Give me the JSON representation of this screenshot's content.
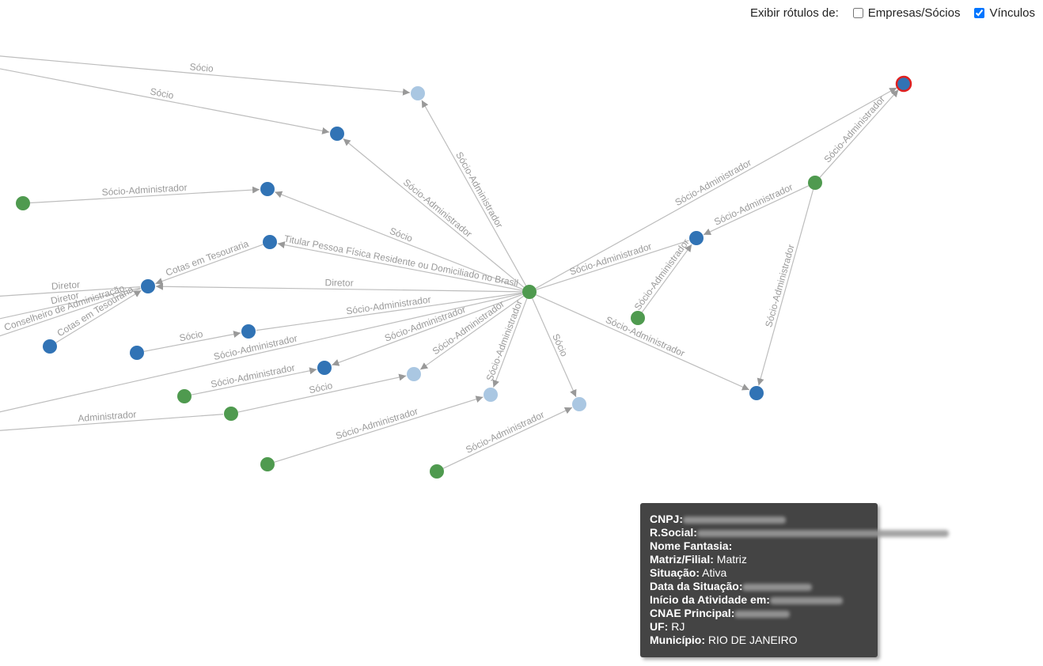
{
  "controls": {
    "prefix": "Exibir rótulos de:",
    "companies_label": "Empresas/Sócios",
    "companies_checked": false,
    "links_label": "Vínculos",
    "links_checked": true
  },
  "colors": {
    "company": "#3173b5",
    "company_light": "#aac7e2",
    "person": "#4f9a4f",
    "selected_stroke": "#e02020",
    "edge": "#bdbdbd",
    "edge_label": "#9a9a9a"
  },
  "nodes": [
    {
      "id": "hub",
      "type": "person"
    },
    {
      "id": "c1",
      "type": "company_light"
    },
    {
      "id": "c2",
      "type": "company"
    },
    {
      "id": "c3",
      "type": "company"
    },
    {
      "id": "c4",
      "type": "company"
    },
    {
      "id": "c5",
      "type": "company"
    },
    {
      "id": "c6",
      "type": "company"
    },
    {
      "id": "c7",
      "type": "company"
    },
    {
      "id": "c8",
      "type": "company_light"
    },
    {
      "id": "c9",
      "type": "company_light"
    },
    {
      "id": "c10",
      "type": "company_light"
    },
    {
      "id": "c11",
      "type": "company"
    },
    {
      "id": "c12",
      "type": "company",
      "selected": true
    },
    {
      "id": "c13",
      "type": "company"
    },
    {
      "id": "c14",
      "type": "company"
    },
    {
      "id": "c15",
      "type": "company"
    },
    {
      "id": "p1",
      "type": "person"
    },
    {
      "id": "p2",
      "type": "person"
    },
    {
      "id": "p3",
      "type": "person"
    },
    {
      "id": "p4",
      "type": "person"
    },
    {
      "id": "p5",
      "type": "person"
    },
    {
      "id": "p6",
      "type": "person"
    },
    {
      "id": "p7",
      "type": "person"
    }
  ],
  "edges": [
    {
      "label": "Sócio"
    },
    {
      "label": "Sócio"
    },
    {
      "label": "Sócio-Administrador"
    },
    {
      "label": "Sócio-Administrador"
    },
    {
      "label": "Sócio-Administrador"
    },
    {
      "label": "Sócio"
    },
    {
      "label": "Titular Pessoa Física Residente ou Domiciliado no Brasil"
    },
    {
      "label": "Diretor"
    },
    {
      "label": "Sócio-Administrador"
    },
    {
      "label": "Sócio-Administrador"
    },
    {
      "label": "Sócio-Administrador"
    },
    {
      "label": "Sócio-Administrador"
    },
    {
      "label": "Sócio"
    },
    {
      "label": "Sócio-Administrador"
    },
    {
      "label": "Sócio-Administrador"
    },
    {
      "label": "Sócio-Administrador"
    },
    {
      "label": "Sócio-Administrador"
    },
    {
      "label": "Sócio-Administrador"
    },
    {
      "label": "Sócio-Administrador"
    },
    {
      "label": "Sócio-Administrador"
    },
    {
      "label": "Cotas em Tesouraria"
    },
    {
      "label": "Cotas em Tesouraria"
    },
    {
      "label": "Diretor"
    },
    {
      "label": "Diretor"
    },
    {
      "label": "Conselheiro de Administração"
    },
    {
      "label": "Sócio"
    },
    {
      "label": "Sócio-Administrador"
    },
    {
      "label": "Sócio"
    },
    {
      "label": "Sócio-Administrador"
    },
    {
      "label": "Sócio-Administrador"
    },
    {
      "label": "Administrador"
    },
    {
      "label": "Sócio-Administrador"
    }
  ],
  "tooltip": {
    "cnpj_label": "CNPJ:",
    "rsocial_label": "R.Social:",
    "fantasia_label": "Nome Fantasia:",
    "matriz_label": "Matriz/Filial:",
    "matriz_value": "Matriz",
    "situacao_label": "Situação:",
    "situacao_value": "Ativa",
    "data_situacao_label": "Data da Situação:",
    "inicio_label": "Início da Atividade em:",
    "cnae_label": "CNAE Principal:",
    "uf_label": "UF:",
    "uf_value": "RJ",
    "municipio_label": "Município:",
    "municipio_value": "RIO DE JANEIRO"
  }
}
